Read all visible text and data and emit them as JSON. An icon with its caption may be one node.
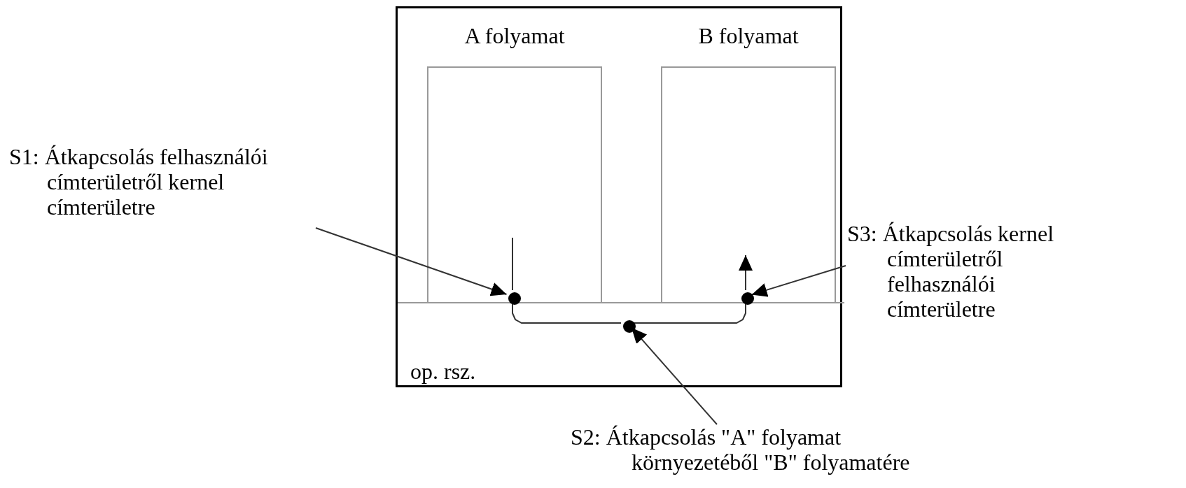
{
  "diagram": {
    "nodes": [
      {
        "text": [],
        "shape": "box"
      },
      {
        "text": [
          "A folyamat"
        ],
        "in": 0
      },
      {
        "text": [
          "B folyamat"
        ],
        "in": 0
      },
      {
        "text": [
          "op. rsz."
        ],
        "in": 0
      },
      {
        "text": [],
        "shape": "circle",
        "in": 0
      },
      {
        "text": [],
        "shape": "circle",
        "in": 3
      },
      {
        "text": [],
        "shape": "circle",
        "in": 0
      },
      {
        "text": [
          "S1: Átkapcsolás felhasználói címterületről kernel címterületre"
        ]
      },
      {
        "text": [
          "S2: Átkapcsolás \"A\" folyamat környezetéből \"B\" folyamatére"
        ]
      },
      {
        "text": [
          "S3: Átkapcsolás kernel címterületről felhasználói címterületre"
        ]
      }
    ],
    "edges": [
      {
        "from": 1,
        "to": 4,
        "arrow": "none"
      },
      {
        "from": 4,
        "to": 5,
        "arrow": "none"
      },
      {
        "from": 5,
        "to": 6,
        "arrow": "none"
      },
      {
        "from": 6,
        "to": 2,
        "arrow": "to"
      },
      {
        "from": 7,
        "to": 4,
        "arrow": "to"
      },
      {
        "from": 8,
        "to": 5,
        "arrow": "to"
      },
      {
        "from": 9,
        "to": 6,
        "arrow": "to"
      }
    ]
  }
}
